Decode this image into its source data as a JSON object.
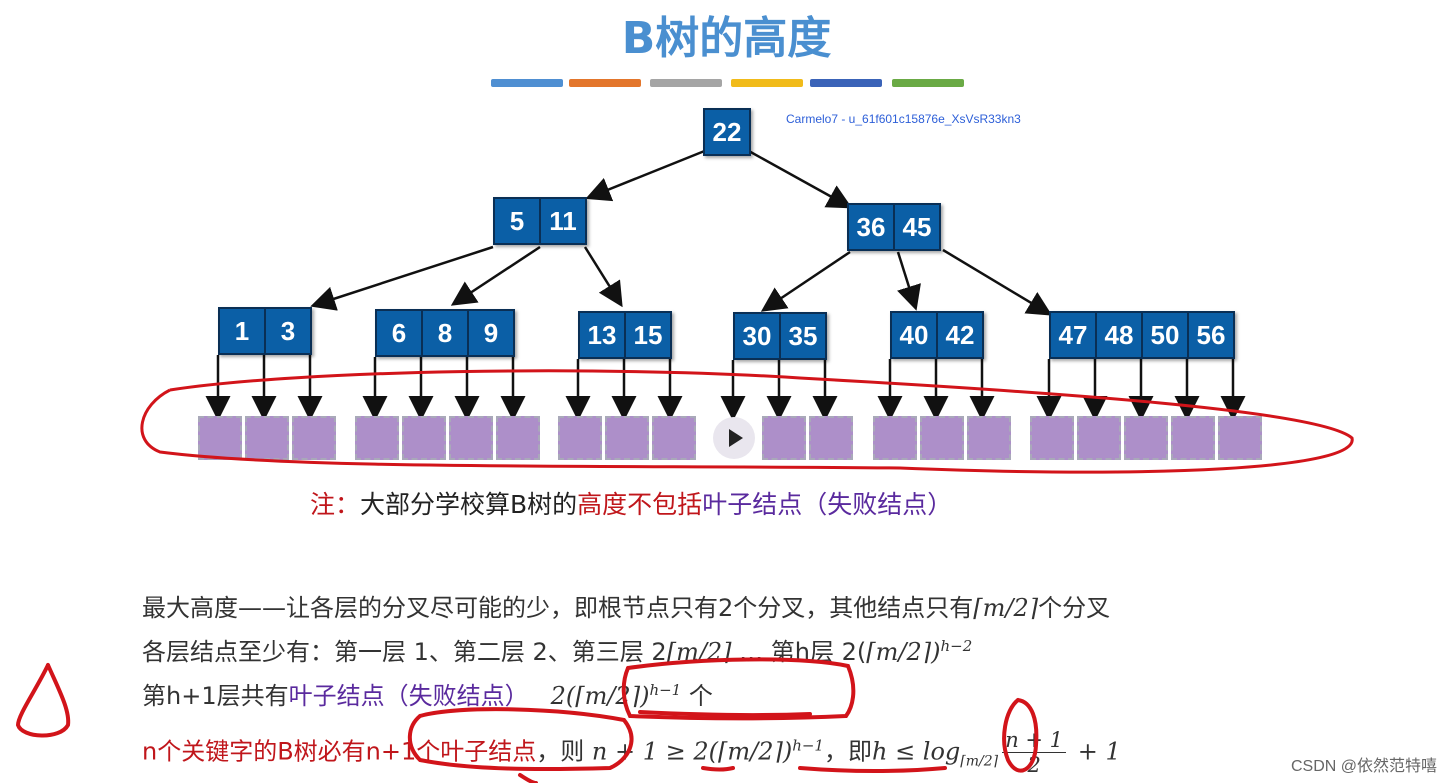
{
  "title": "B树的高度",
  "divider_colors": [
    "#4f8fd2",
    "#e3762c",
    "#a5a5a5",
    "#f1bb1a",
    "#3a63b8",
    "#6aaa45"
  ],
  "watermark": "Carmelo7 - u_61f601c15876e_XsVsR33kn3",
  "tree": {
    "root": [
      "22"
    ],
    "level2": [
      [
        "5",
        "11"
      ],
      [
        "36",
        "45"
      ]
    ],
    "level3": [
      [
        "1",
        "3"
      ],
      [
        "6",
        "8",
        "9"
      ],
      [
        "13",
        "15"
      ],
      [
        "30",
        "35"
      ],
      [
        "40",
        "42"
      ],
      [
        "47",
        "48",
        "50",
        "56"
      ]
    ],
    "leaf_groups": [
      3,
      4,
      3,
      3,
      3,
      5
    ]
  },
  "note": {
    "prefix": "注：",
    "text1": "大部分学校算B树的",
    "text2": "高度不包括",
    "text3": "叶子结点（失败结点）"
  },
  "content": {
    "line1": "最大高度——让各层的分叉尽可能的少，即根节点只有2个分叉，其他结点只有",
    "line1_math": "⌈m/2⌉",
    "line1_tail": "个分叉",
    "line2": "各层结点至少有：第一层 1、第二层 2、第三层 2",
    "line2_math1": "⌈m/2⌉",
    "line2_mid": " … 第h层 2(",
    "line2_math2": "⌈m/2⌉)",
    "line2_exp": "h−2",
    "line3_a": "第h+1层共有",
    "line3_b": "叶子结点（失败结点）",
    "line3_math": "2(⌈m/2⌉)",
    "line3_exp": "h−1",
    "line3_tail": " 个",
    "line4_a": "n个关键字的B树必有n+1个叶子结点",
    "line4_b": "，则 ",
    "line4_math": "n + 1 ≥ 2(⌈m/2⌉)",
    "line4_exp": "h−1",
    "line4_c": "，即",
    "line4_math2": "h ≤ log",
    "line4_sub": "⌈m/2⌉",
    "line4_frac_num": "n + 1",
    "line4_frac_den": "2",
    "line4_tail": " + 1"
  },
  "footer": "CSDN @依然范特嘻"
}
